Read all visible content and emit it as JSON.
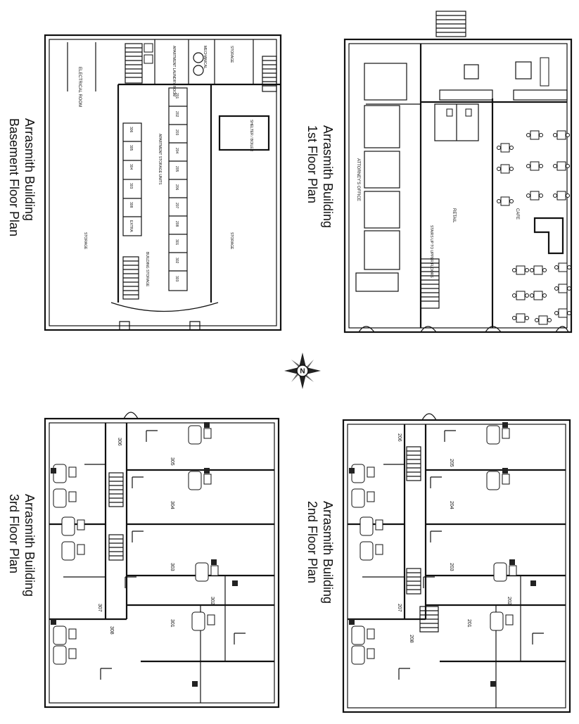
{
  "compass": {
    "label": "N"
  },
  "plans": [
    {
      "key": "basement",
      "title_line1": "Arrasmith Building",
      "title_line2": "Basement Floor Plan",
      "rooms": {
        "electrical": "ELECTRICAL ROOM",
        "laundry": "APARTMENT LAUNDRY ROOM",
        "mechanical": "MECHANICAL",
        "storage_top": "STORAGE",
        "shelter": "SHELTER / BOILER",
        "storage_left": "STORAGE",
        "storage_right": "STORAGE",
        "storage_units": "APARTMENT STORAGE UNITS",
        "bldg_storage": "BUILDING STORAGE"
      },
      "units_left": [
        "306",
        "305",
        "304",
        "303",
        "308",
        "EXTRA"
      ],
      "units_right": [
        "201",
        "202",
        "203",
        "204",
        "205",
        "206",
        "207",
        "208",
        "301",
        "302",
        "303"
      ]
    },
    {
      "key": "first",
      "title_line1": "Arrasmith Building",
      "title_line2": "1st Floor Plan",
      "rooms": {
        "attorney": "ATTORNEY'S OFFICE",
        "retail": "RETAIL",
        "cafe": "CAFE",
        "stair_note": "STAIRS UP TO UPPER FLOORS"
      }
    },
    {
      "key": "third",
      "title_line1": "Arrasmith Building",
      "title_line2": "3rd Floor Plan",
      "units": [
        "306",
        "305",
        "304",
        "303",
        "302",
        "301",
        "307",
        "308"
      ]
    },
    {
      "key": "second",
      "title_line1": "Arrasmith Building",
      "title_line2": "2nd Floor Plan",
      "units": [
        "206",
        "205",
        "204",
        "203",
        "202",
        "201",
        "207",
        "208"
      ]
    }
  ]
}
